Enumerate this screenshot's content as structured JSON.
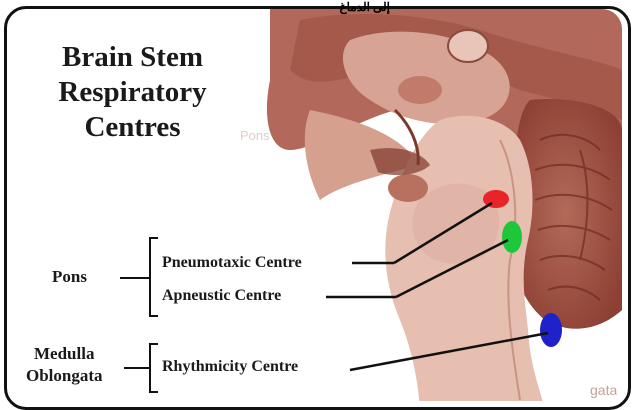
{
  "top_text": "إلى الدماغ",
  "title": {
    "line1": "Brain Stem",
    "line2": "Respiratory",
    "line3": "Centres"
  },
  "groups": {
    "pons": "Pons",
    "medulla_line1": "Medulla",
    "medulla_line2": "Oblongata"
  },
  "centres": {
    "pneumotaxic": "Pneumotaxic Centre",
    "apneustic": "Apneustic Centre",
    "rhythmicity": "Rhythmicity Centre"
  },
  "colors": {
    "pneumotaxic_dot": "#e8232a",
    "apneustic_dot": "#1ec63a",
    "rhythmicity_dot": "#1e22c8",
    "brain_tissue": "#c98c7a",
    "brainstem": "#e8c2b4"
  }
}
